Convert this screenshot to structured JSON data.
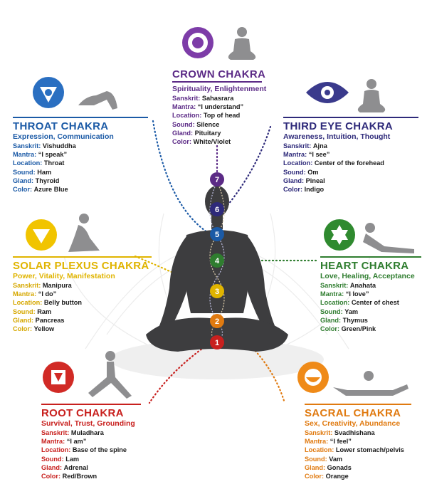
{
  "labels": {
    "sanskrit": "Sanskrit:",
    "mantra": "Mantra:",
    "location": "Location:",
    "sound": "Sound:",
    "gland": "Gland:",
    "color": "Color:"
  },
  "chakras": {
    "crown": {
      "number": "7",
      "color": "#5b2a86",
      "title": "CROWN CHAKRA",
      "subtitle": "Spirituality, Enlightenment",
      "sanskrit": "Sahasrara",
      "mantra": "“I understand”",
      "location": "Top of head",
      "sound": "Silence",
      "gland": "Pituitary",
      "colors": "White/Violet"
    },
    "thirdeye": {
      "number": "6",
      "color": "#2e2a7a",
      "title": "THIRD EYE CHAKRA",
      "subtitle": "Awareness, Intuition, Thought",
      "sanskrit": "Ajna",
      "mantra": "“I see”",
      "location": "Center of the forehead",
      "sound": "Om",
      "gland": "Pineal",
      "colors": "Indigo"
    },
    "throat": {
      "number": "5",
      "color": "#1b5aa6",
      "title": "THROAT CHAKRA",
      "subtitle": "Expression, Communication",
      "sanskrit": "Vishuddha",
      "mantra": "“I speak”",
      "location": "Throat",
      "sound": "Ham",
      "gland": "Thyroid",
      "colors": "Azure Blue"
    },
    "heart": {
      "number": "4",
      "color": "#2f7d2f",
      "title": "HEART CHAKRA",
      "subtitle": "Love, Healing, Acceptance",
      "sanskrit": "Anahata",
      "mantra": "“I love”",
      "location": "Center of chest",
      "sound": "Yam",
      "gland": "Thymus",
      "colors": "Green/Pink"
    },
    "solar": {
      "number": "3",
      "color": "#e0b400",
      "title": "SOLAR PLEXUS CHAKRA",
      "subtitle": "Power, Vitality, Manifestation",
      "sanskrit": "Manipura",
      "mantra": "“I do”",
      "location": "Belly button",
      "sound": "Ram",
      "gland": "Pancreas",
      "colors": "Yellow"
    },
    "sacral": {
      "number": "2",
      "color": "#e07a10",
      "title": "SACRAL CHAKRA",
      "subtitle": "Sex, Creativity, Abundance",
      "sanskrit": "Svadhishana",
      "mantra": "“I feel”",
      "location": "Lower stomach/pelvis",
      "sound": "Vam",
      "gland": "Gonads",
      "colors": "Orange"
    },
    "root": {
      "number": "1",
      "color": "#c8201e",
      "title": "ROOT CHAKRA",
      "subtitle": "Survival, Trust, Grounding",
      "sanskrit": "Muladhara",
      "mantra": "“I am”",
      "location": "Base of the spine",
      "sound": "Lam",
      "gland": "Adrenal",
      "colors": "Red/Brown"
    }
  }
}
